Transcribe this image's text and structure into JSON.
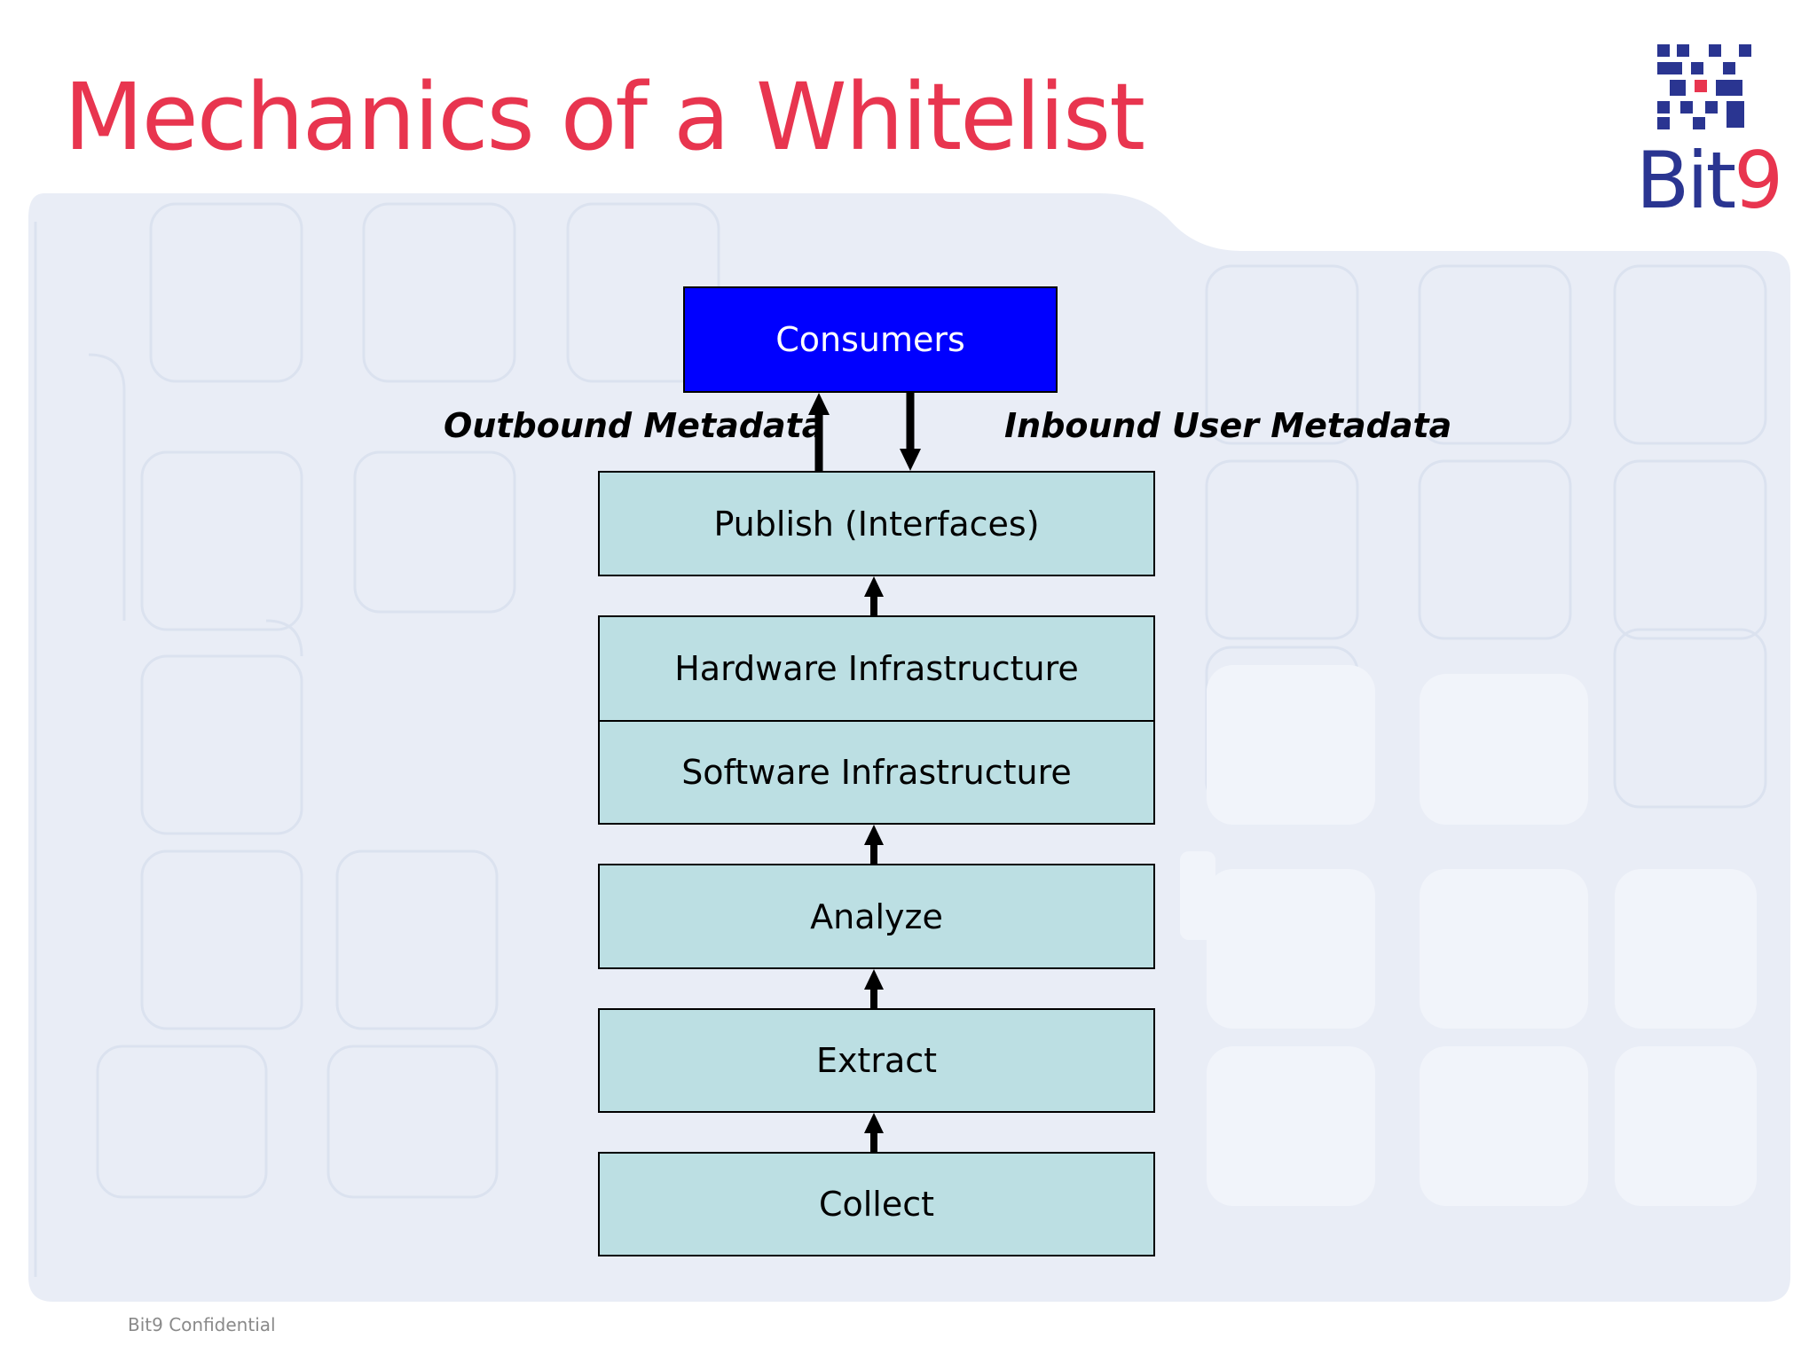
{
  "slide": {
    "title": "Mechanics of a Whitelist",
    "footer": "Bit9 Confidential"
  },
  "logo": {
    "text_main": "Bit",
    "text_accent": "9",
    "colors": {
      "blue": "#2a3591",
      "red": "#e8354f"
    }
  },
  "diagram": {
    "consumers": "Consumers",
    "outbound_label": "Outbound Metadata",
    "inbound_label": "Inbound User Metadata",
    "layers": {
      "publish": "Publish (Interfaces)",
      "hardware": "Hardware Infrastructure",
      "software": "Software Infrastructure",
      "analyze": "Analyze",
      "extract": "Extract",
      "collect": "Collect"
    },
    "colors": {
      "consumers_fill": "#0000ff",
      "layer_fill": "#bcdfe3",
      "title": "#e8354f"
    }
  }
}
